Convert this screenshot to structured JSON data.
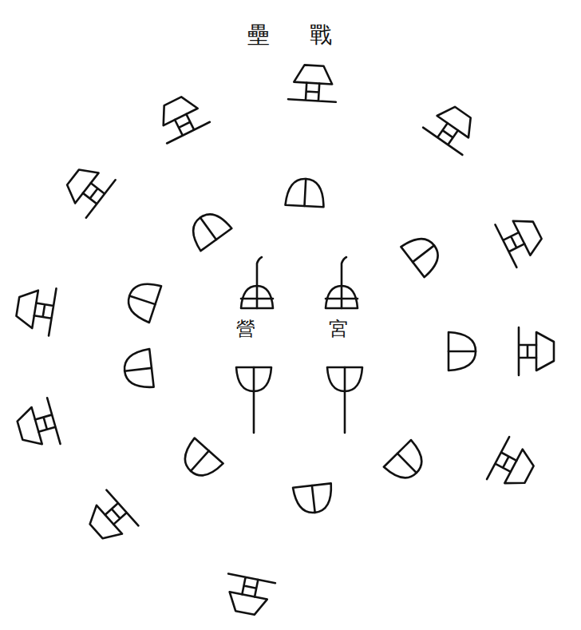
{
  "diagram": {
    "labels": [
      "壘",
      "戰",
      "營",
      "宮"
    ]
  }
}
